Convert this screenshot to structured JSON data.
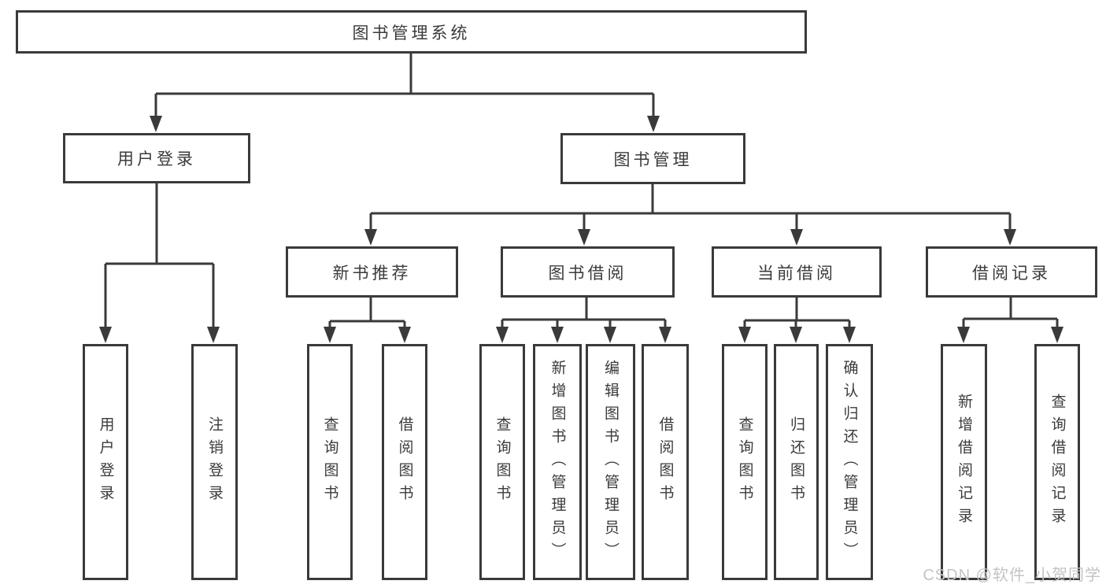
{
  "tree": {
    "label": "图书管理系统",
    "children": [
      {
        "label": "用户登录",
        "children": [
          {
            "label": "用户登录"
          },
          {
            "label": "注销登录"
          }
        ]
      },
      {
        "label": "图书管理",
        "children": [
          {
            "label": "新书推荐",
            "children": [
              {
                "label": "查询图书"
              },
              {
                "label": "借阅图书"
              }
            ]
          },
          {
            "label": "图书借阅",
            "children": [
              {
                "label": "查询图书"
              },
              {
                "label": "新增图书（管理员）"
              },
              {
                "label": "编辑图书（管理员）"
              },
              {
                "label": "借阅图书"
              }
            ]
          },
          {
            "label": "当前借阅",
            "children": [
              {
                "label": "查询图书"
              },
              {
                "label": "归还图书"
              },
              {
                "label": "确认归还（管理员）"
              }
            ]
          },
          {
            "label": "借阅记录",
            "children": [
              {
                "label": "新增借阅记录"
              },
              {
                "label": "查询借阅记录"
              }
            ]
          }
        ]
      }
    ]
  },
  "watermark": {
    "text": "CSDN @软件_小贺同学"
  },
  "colors": {
    "line": "#3a3a3a",
    "text": "#3b3b3b",
    "background": "#ffffff",
    "watermark": "#c4c4c4"
  }
}
